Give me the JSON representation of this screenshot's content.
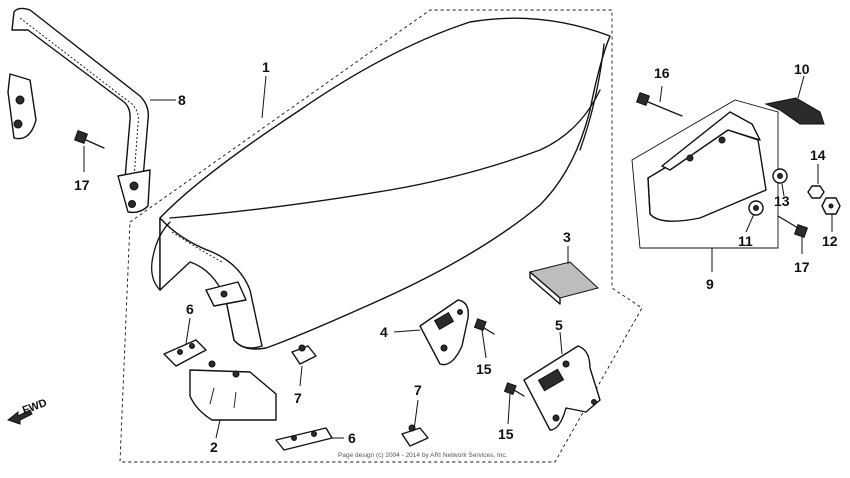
{
  "diagram": {
    "direction_label": "FWD",
    "copyright": "Page design (c) 2004 - 2014 by ARI Network Services, Inc.",
    "callouts": [
      {
        "id": "c1",
        "text": "1"
      },
      {
        "id": "c2",
        "text": "2"
      },
      {
        "id": "c3",
        "text": "3"
      },
      {
        "id": "c4",
        "text": "4"
      },
      {
        "id": "c5",
        "text": "5"
      },
      {
        "id": "c6a",
        "text": "6"
      },
      {
        "id": "c6b",
        "text": "6"
      },
      {
        "id": "c7a",
        "text": "7"
      },
      {
        "id": "c7b",
        "text": "7"
      },
      {
        "id": "c8",
        "text": "8"
      },
      {
        "id": "c9",
        "text": "9"
      },
      {
        "id": "c10",
        "text": "10"
      },
      {
        "id": "c11",
        "text": "11"
      },
      {
        "id": "c12",
        "text": "12"
      },
      {
        "id": "c13",
        "text": "13"
      },
      {
        "id": "c14",
        "text": "14"
      },
      {
        "id": "c15a",
        "text": "15"
      },
      {
        "id": "c15b",
        "text": "15"
      },
      {
        "id": "c16",
        "text": "16"
      },
      {
        "id": "c17a",
        "text": "17"
      },
      {
        "id": "c17b",
        "text": "17"
      }
    ]
  }
}
